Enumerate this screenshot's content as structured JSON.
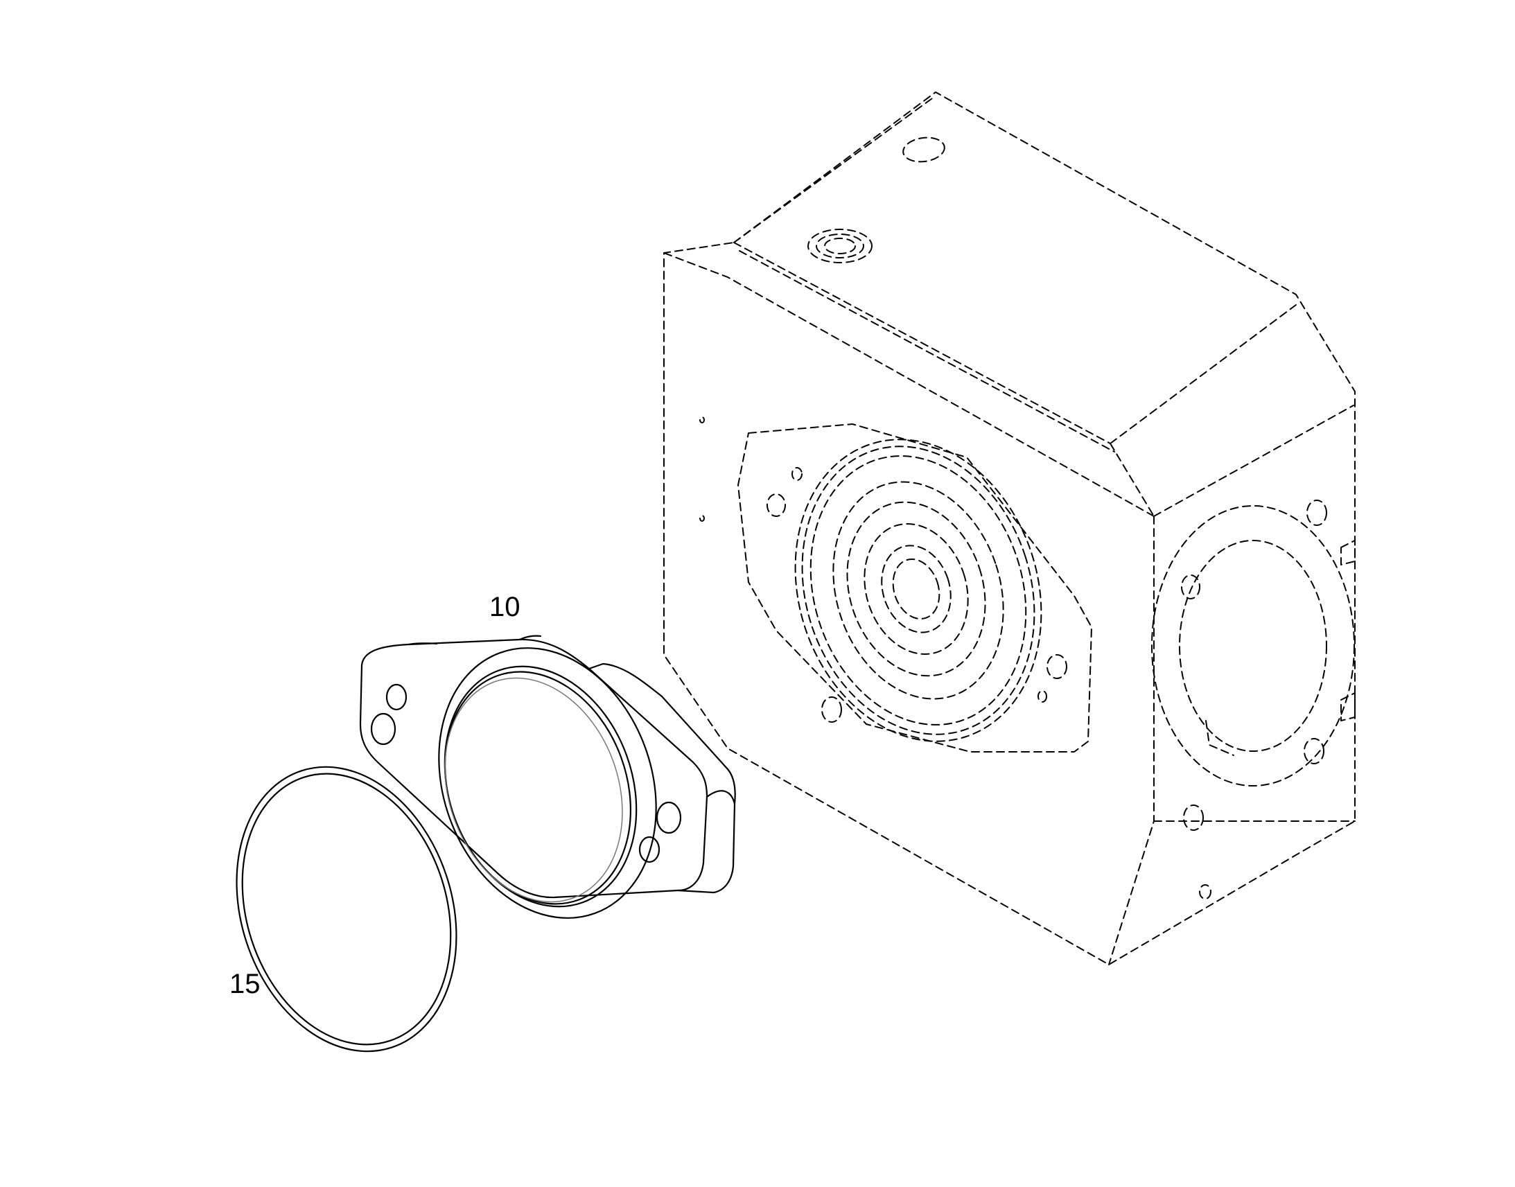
{
  "diagram": {
    "callouts": [
      {
        "id": "part-10",
        "text": "10"
      },
      {
        "id": "part-15",
        "text": "15"
      }
    ],
    "colors": {
      "ink": "#000000",
      "background": "#ffffff"
    }
  }
}
